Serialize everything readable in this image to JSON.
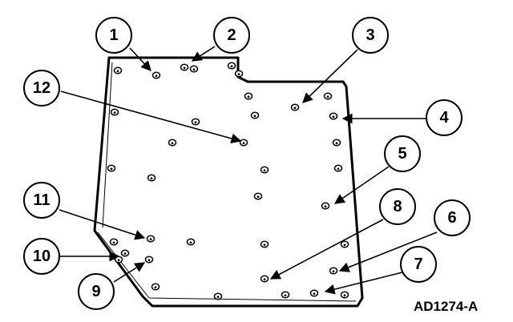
{
  "figure_id": "AD1274-A",
  "callouts": [
    "1",
    "2",
    "3",
    "4",
    "5",
    "6",
    "7",
    "8",
    "9",
    "10",
    "11",
    "12"
  ]
}
